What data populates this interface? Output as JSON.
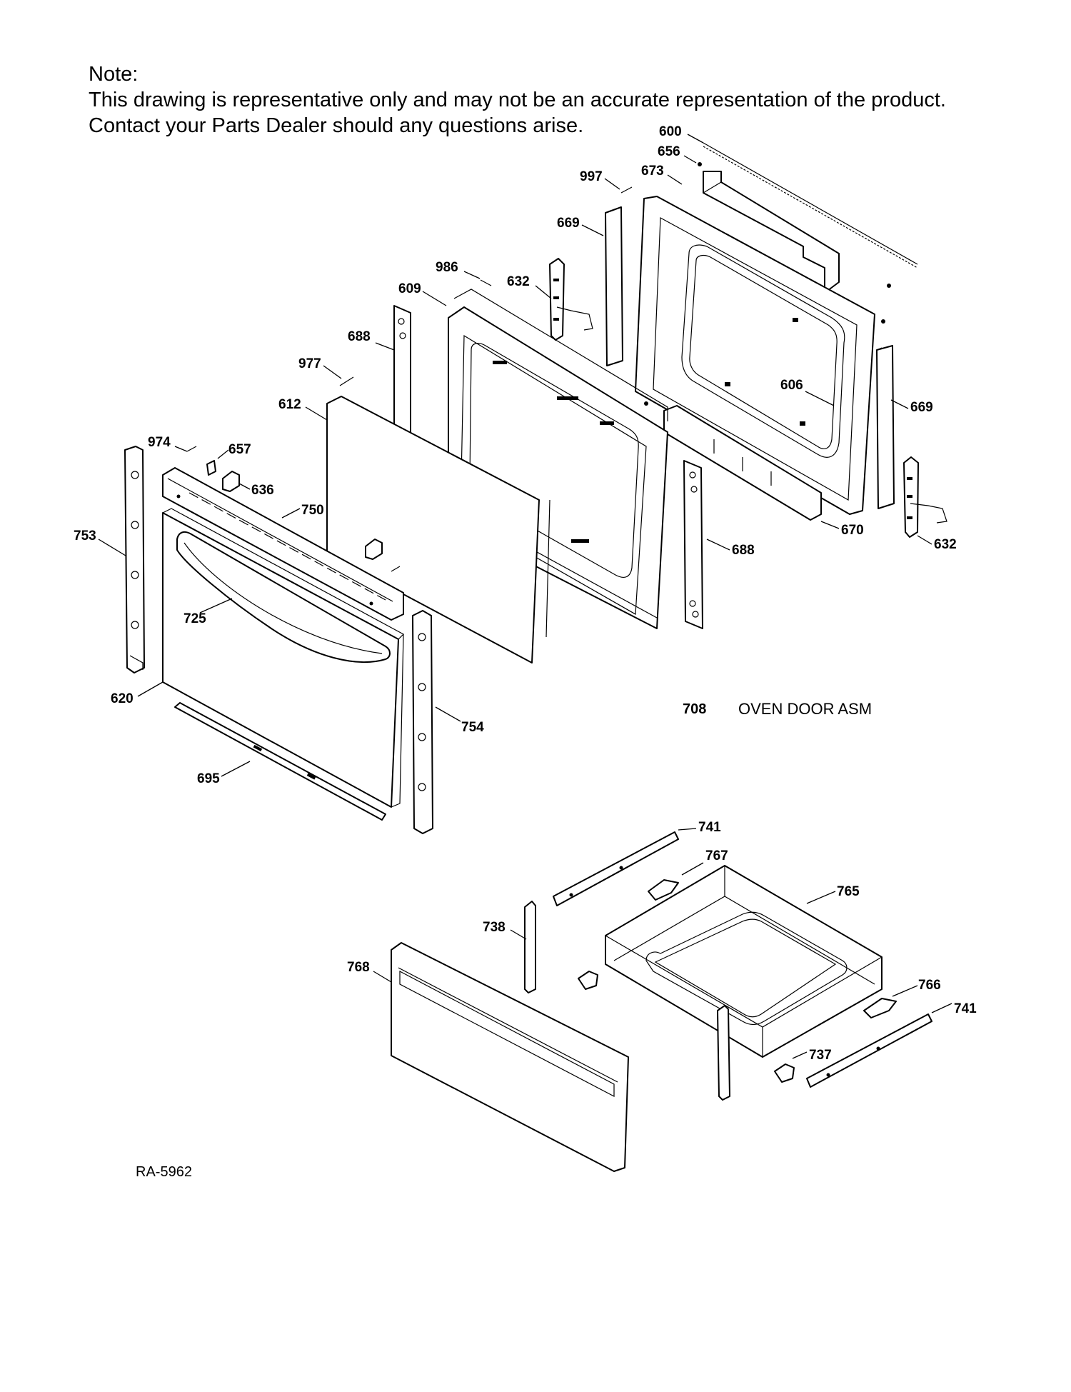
{
  "note": {
    "heading": "Note:",
    "line1": "This drawing is representative only and may not be an accurate representation of the product.",
    "line2": "Contact your Parts Dealer should any questions arise."
  },
  "assembly": {
    "number": "708",
    "name": "OVEN DOOR ASM"
  },
  "drawing_ref": "RA-5962",
  "callouts": {
    "c600": "600",
    "c656": "656",
    "c673": "673",
    "c997": "997",
    "c669a": "669",
    "c669b": "669",
    "c986": "986",
    "c632a": "632",
    "c632b": "632",
    "c609": "609",
    "c688a": "688",
    "c688b": "688",
    "c977": "977",
    "c612": "612",
    "c606": "606",
    "c670": "670",
    "c974": "974",
    "c657": "657",
    "c636": "636",
    "c750": "750",
    "c753": "753",
    "c725": "725",
    "c620": "620",
    "c754": "754",
    "c695": "695",
    "c741a": "741",
    "c741b": "741",
    "c767": "767",
    "c765": "765",
    "c738": "738",
    "c768": "768",
    "c766": "766",
    "c737": "737"
  }
}
